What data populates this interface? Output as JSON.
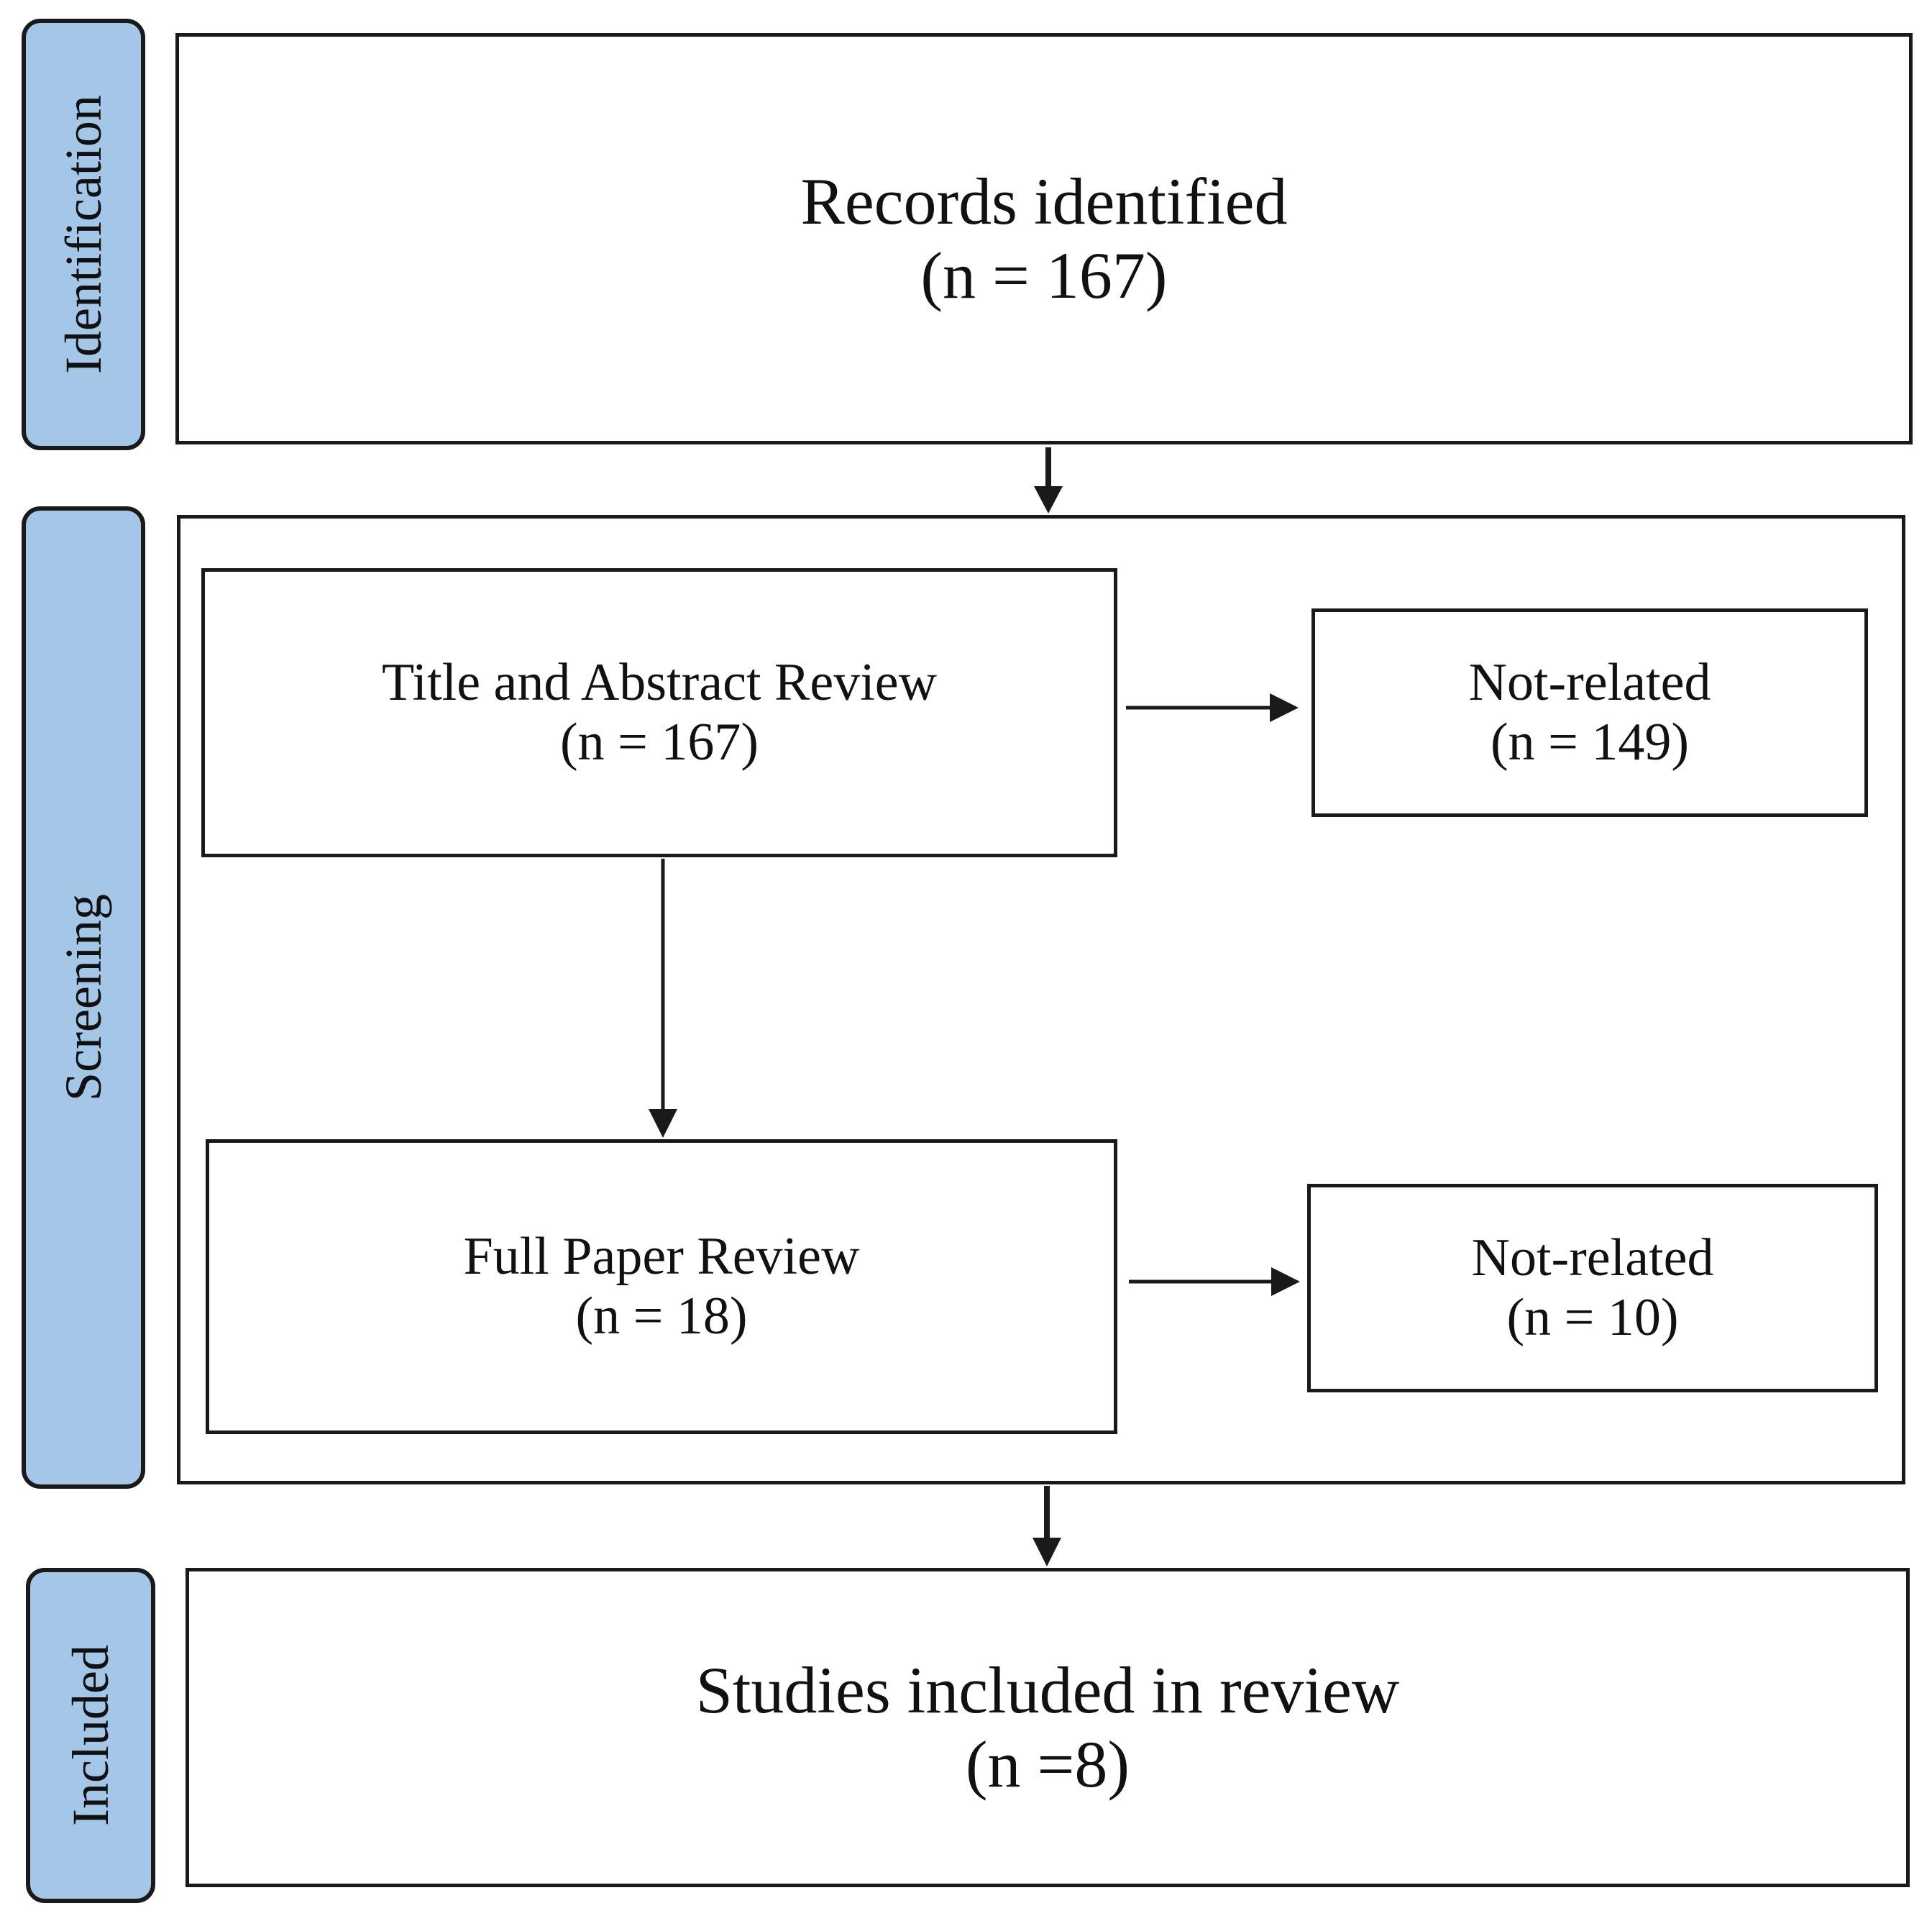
{
  "phases": {
    "identification": "Identification",
    "screening": "Screening",
    "included": "Included"
  },
  "records": {
    "title": "Records identified",
    "count": "(n = 167)"
  },
  "title_abstract": {
    "title": "Title and Abstract Review",
    "count": "(n = 167)"
  },
  "not_related_1": {
    "title": "Not-related",
    "count": "(n = 149)"
  },
  "full_paper": {
    "title": "Full Paper Review",
    "count": "(n = 18)"
  },
  "not_related_2": {
    "title": "Not-related",
    "count": "(n = 10)"
  },
  "included_studies": {
    "title": "Studies included in review",
    "count": "(n =8)"
  },
  "colors": {
    "phase_fill": "#a4c6e7",
    "stroke": "#1a1a1a"
  }
}
